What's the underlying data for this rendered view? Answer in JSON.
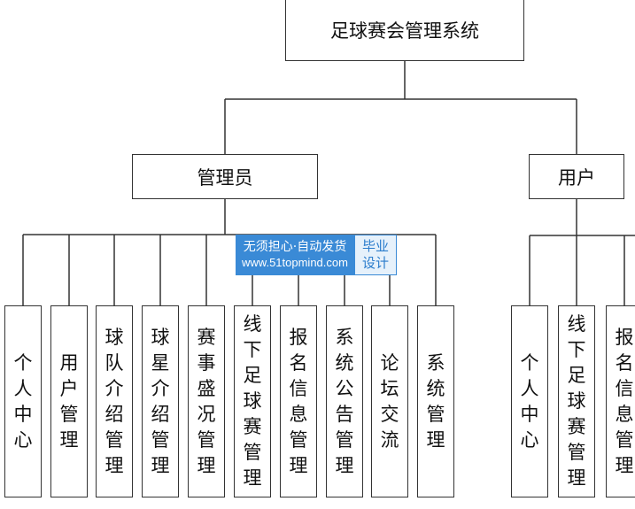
{
  "root": {
    "label": "足球赛会管理系统"
  },
  "admin": {
    "label": "管理员",
    "items": [
      "个人中心",
      "用户管理",
      "球队介绍管理",
      "球星介绍管理",
      "赛事盛况管理",
      "线下足球赛管理",
      "报名信息管理",
      "系统公告管理",
      "论坛交流",
      "系统管理"
    ]
  },
  "user": {
    "label": "用户",
    "items": [
      "个人中心",
      "线下足球赛管理",
      "报名信息管理"
    ]
  },
  "watermark": {
    "line1": "无须担心·自动发货",
    "line2": "www.51topmind.com",
    "badge1": "毕业",
    "badge2": "设计"
  },
  "colors": {
    "line": "#333333",
    "watermark_bg": "#3a8ad6",
    "watermark_badge_bg": "#e6f1fb"
  }
}
